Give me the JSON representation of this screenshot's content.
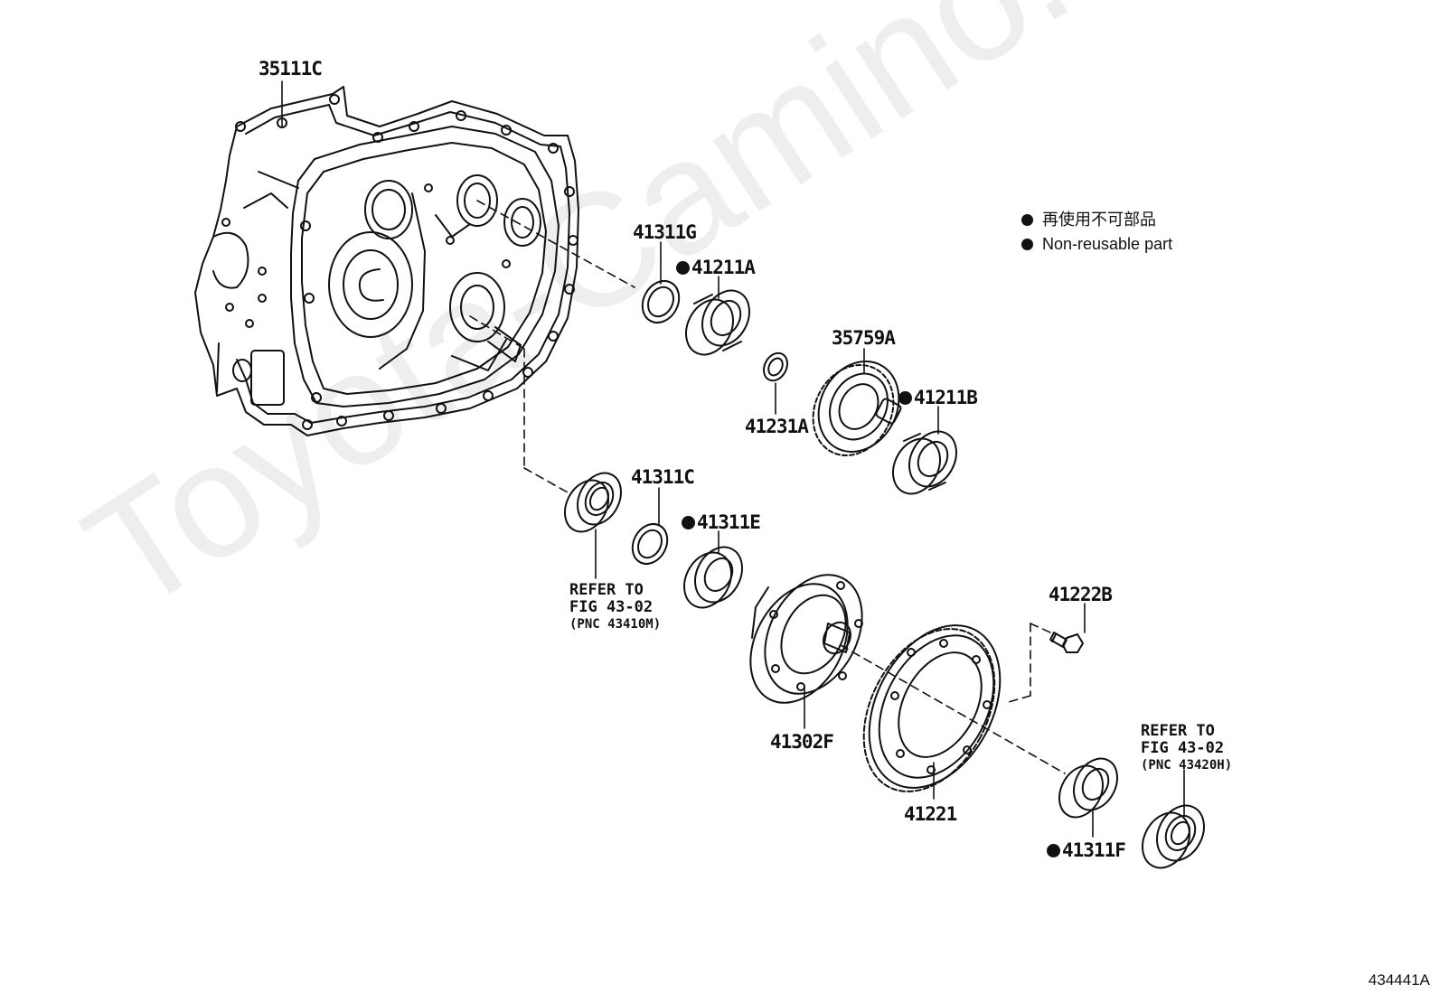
{
  "watermark": "Toyota-Camino.ru",
  "figure_id": "434441A",
  "legend": {
    "lines": [
      "再使用不可部品",
      "Non-reusable part"
    ]
  },
  "parts": {
    "p35111C": "35111C",
    "p41311G": "41311G",
    "p41211A": "41211A",
    "p35759A": "35759A",
    "p41231A": "41231A",
    "p41211B": "41211B",
    "p41311C": "41311C",
    "p41311E": "41311E",
    "p41222B": "41222B",
    "p41302F": "41302F",
    "p41221": "41221",
    "p41311F": "41311F"
  },
  "refs": {
    "left": {
      "line1": "REFER TO",
      "line2": "FIG 43-02",
      "line3": "(PNC 43410M)"
    },
    "right": {
      "line1": "REFER TO",
      "line2": "FIG 43-02",
      "line3": "(PNC 43420H)"
    }
  }
}
